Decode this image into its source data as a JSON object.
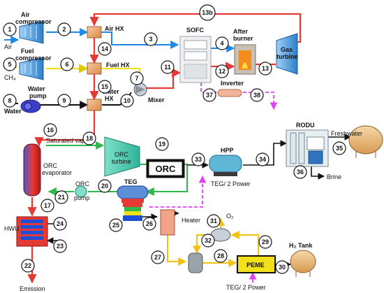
{
  "labels": {
    "air": "Air",
    "air_compressor_1": "Air",
    "air_compressor_2": "compressor",
    "air_hx": "Air HX",
    "sofc": "SOFC",
    "after_burner_1": "After",
    "after_burner_2": "burner",
    "gas_turbine_1": "Gas",
    "gas_turbine_2": "turbine",
    "fuel_compressor_1": "Fuel",
    "fuel_compressor_2": "compressor",
    "fuel_hx": "Fuel HX",
    "ch4": "CH₄",
    "water_pump_1": "Water",
    "water_pump_2": "pump",
    "water": "Water",
    "water_hx_1": "Water",
    "water_hx_2": "HX",
    "mixer": "Mixer",
    "inverter": "Inverter",
    "saturated_vapor": "Saturated vapor",
    "orc_turbine_1": "ORC",
    "orc_turbine_2": "turbine",
    "orc": "ORC",
    "orc_evaporator_1": "ORC",
    "orc_evaporator_2": "evaporator",
    "orc_pump_1": "ORC",
    "orc_pump_2": "pump",
    "teg": "TEG",
    "hpp": "HPP",
    "rodu": "RODU",
    "freshwater": "Freshwater",
    "brine": "Brine",
    "teg_power_1": "TEG/ 2 Power",
    "teg_power_2": "TEG/ 2 Power",
    "heater": "Heater",
    "o2": "O₂",
    "peme": "PEME",
    "h2_tank": "H₂ Tank",
    "hwu": "HWU",
    "emission": "Emission"
  },
  "streams": [
    "1",
    "2",
    "3",
    "4",
    "5",
    "6",
    "7",
    "8",
    "9",
    "10",
    "11",
    "12",
    "13",
    "13b",
    "14",
    "15",
    "16",
    "17",
    "18",
    "19",
    "20",
    "21",
    "22",
    "23",
    "24",
    "25",
    "26",
    "27",
    "28",
    "29",
    "30",
    "31",
    "32",
    "33",
    "34",
    "35",
    "36",
    "37",
    "38"
  ],
  "colors": {
    "air": "#1e88e5",
    "fuel": "#f2e11a",
    "water": "#111111",
    "hot": "#e53935",
    "orc": "#2eb84a",
    "teg_power": "#e040fb",
    "peme_loop": "#f4c20d"
  }
}
